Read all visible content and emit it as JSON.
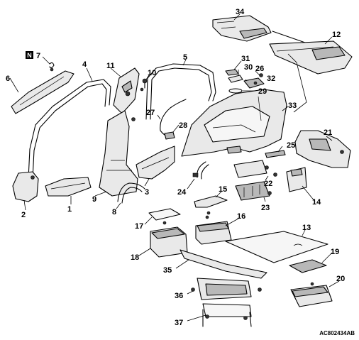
{
  "diagram": {
    "reference_code": "AC802434AB",
    "note_symbol": "N",
    "callouts": {
      "c1": "1",
      "c2": "2",
      "c3": "3",
      "c4": "4",
      "c5": "5",
      "c6": "6",
      "c7": "7",
      "c8": "8",
      "c9": "9",
      "c10": "10",
      "c11": "11",
      "c12": "12",
      "c13": "13",
      "c14": "14",
      "c15": "15",
      "c16": "16",
      "c17": "17",
      "c18": "18",
      "c19": "19",
      "c20": "20",
      "c21": "21",
      "c22": "22",
      "c23": "23",
      "c24": "24",
      "c25": "25",
      "c26": "26",
      "c27": "27",
      "c28": "28",
      "c29": "29",
      "c30": "30",
      "c31": "31",
      "c32": "32",
      "c33": "33",
      "c34": "34",
      "c35": "35",
      "c36": "36",
      "c37": "37"
    }
  }
}
